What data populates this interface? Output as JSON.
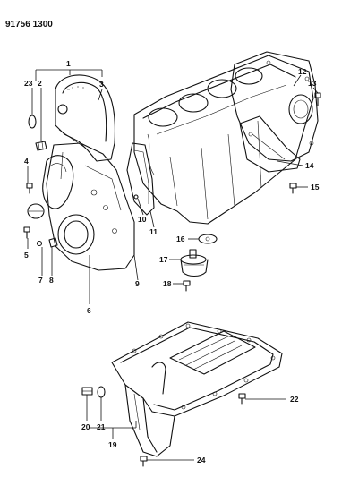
{
  "header": {
    "code": "91756 1300"
  },
  "callouts": {
    "p1": "1",
    "p2": "2",
    "p3": "3",
    "p4": "4",
    "p5": "5",
    "p6": "6",
    "p7": "7",
    "p8": "8",
    "p9": "9",
    "p10": "10",
    "p11": "11",
    "p12": "12",
    "p13": "13",
    "p14": "14",
    "p15": "15",
    "p16": "16",
    "p17": "17",
    "p18": "18",
    "p19": "19",
    "p20": "20",
    "p21": "21",
    "p22": "22",
    "p23": "23",
    "p24": "24"
  }
}
